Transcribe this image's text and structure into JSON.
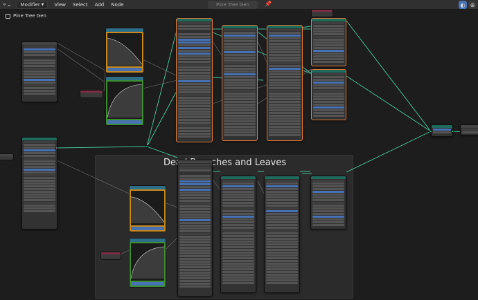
{
  "header": {
    "mode": "Modifier",
    "menus": [
      "View",
      "Select",
      "Add",
      "Node"
    ],
    "title": "Pine Tree Gen"
  },
  "breadcrumb": {
    "label": "Pine Tree Gen"
  },
  "frame": {
    "label": "Dead Branches and Leaves"
  },
  "colors": {
    "geometry_wire": "#4ee0b0",
    "geometry_header": "#1f6b5b",
    "curve_header_orange": "#c88a1d",
    "curve_header_green": "#3e8e32",
    "selection": "#e07a3a",
    "accent": "#4772b3"
  },
  "icons": {
    "editor": "node-editor-icon",
    "pin": "pin-icon",
    "overlay": "overlay-icon",
    "snap": "snap-icon"
  }
}
